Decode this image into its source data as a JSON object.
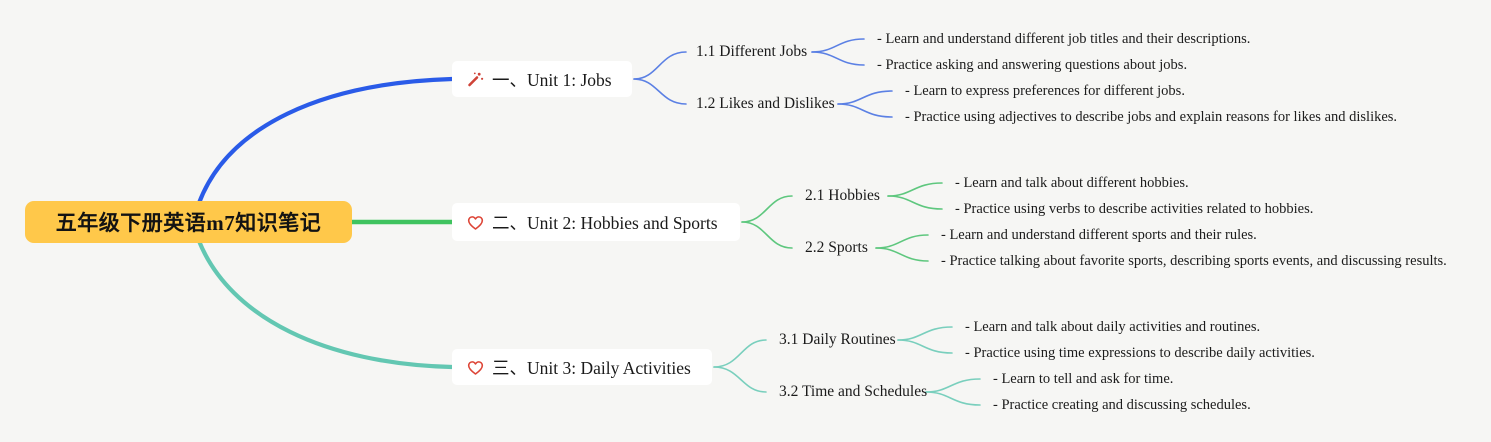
{
  "canvas": {
    "background_color": "#f6f6f4"
  },
  "root": {
    "title": "五年级下册英语m7知识笔记",
    "bg_color": "#ffc84a",
    "text_color": "#131313"
  },
  "branches": [
    {
      "label": "一、Unit 1: Jobs",
      "icon": "magic-wand-icon",
      "color": "#2a5be8",
      "light_color": "#5b80e4",
      "children": [
        {
          "label": "1.1 Different Jobs",
          "points": [
            "- Learn and understand different job titles and their descriptions.",
            "- Practice asking and answering questions about jobs."
          ]
        },
        {
          "label": "1.2 Likes and Dislikes",
          "points": [
            "- Learn to express preferences for different jobs.",
            "- Practice using adjectives to describe jobs and explain reasons for likes and dislikes."
          ]
        }
      ]
    },
    {
      "label": "二、Unit 2: Hobbies and Sports",
      "icon": "heart-icon",
      "color": "#3fc35f",
      "light_color": "#5ec77e",
      "children": [
        {
          "label": "2.1 Hobbies",
          "points": [
            "- Learn and talk about different hobbies.",
            "- Practice using verbs to describe activities related to hobbies."
          ]
        },
        {
          "label": "2.2 Sports",
          "points": [
            "- Learn and understand different sports and their rules.",
            "- Practice talking about favorite sports, describing sports events, and discussing results."
          ]
        }
      ]
    },
    {
      "label": "三、Unit 3: Daily Activities",
      "icon": "heart-icon",
      "color": "#63c7b2",
      "light_color": "#79cfbd",
      "children": [
        {
          "label": "3.1 Daily Routines",
          "points": [
            "- Learn and talk about daily activities and routines.",
            "- Practice using time expressions to describe daily activities."
          ]
        },
        {
          "label": "3.2 Time and Schedules",
          "points": [
            "- Learn to tell and ask for time.",
            "- Practice creating and discussing schedules."
          ]
        }
      ]
    }
  ]
}
